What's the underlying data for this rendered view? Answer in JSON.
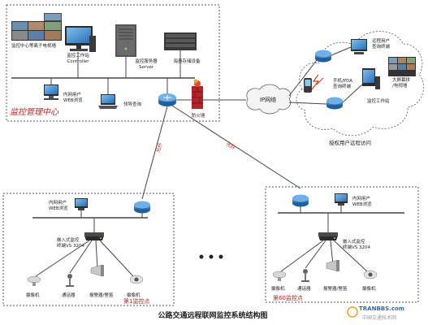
{
  "center": {
    "title": "监控管理中心",
    "tv_wall": "监控中心等离子电视墙",
    "workstation": [
      "监控工作站",
      "Controller"
    ],
    "server": [
      "监控服务器",
      "Server"
    ],
    "storage": "海量存储设备",
    "web_users": [
      "内网用户",
      "WEB浏览"
    ],
    "leader": "领导查询",
    "firewall": "防火墙"
  },
  "network": {
    "label": "IP网络"
  },
  "remote": {
    "remote_user": [
      "远程用户",
      "查询终端"
    ],
    "mobile": [
      "手机/PDA",
      "查询终端"
    ],
    "bigscreen": [
      "大屏幕拼",
      "/电视墙"
    ],
    "workstation": "监控工作站",
    "caption": "授权用户远程访问"
  },
  "links": {
    "left": "光纤",
    "right": "光纤"
  },
  "site1": {
    "web_users": [
      "内网用户",
      "WEB浏览"
    ],
    "encoder": [
      "嵌入式监控",
      "终端VS 3204"
    ],
    "devices": [
      "摄像机",
      "通话器",
      "报警器/警笛",
      "摄像机"
    ],
    "badge": "第1监控点"
  },
  "site60": {
    "web_users": [
      "内网用户",
      "WEB浏览"
    ],
    "encoder": [
      "嵌入式监控",
      "终端VS 3204"
    ],
    "devices": [
      "摄像机",
      "通话器",
      "报警器/警笛",
      "摄像机"
    ],
    "badge": "第60监控点"
  },
  "caption": "公路交通远程联网监控系统结构图",
  "watermark": [
    "TRANBBS.com",
    "中国交通技术网"
  ],
  "colors": {
    "accent_red": "#d0021b",
    "router_blue": "#2d6cb0",
    "bus_line": "#444444"
  }
}
